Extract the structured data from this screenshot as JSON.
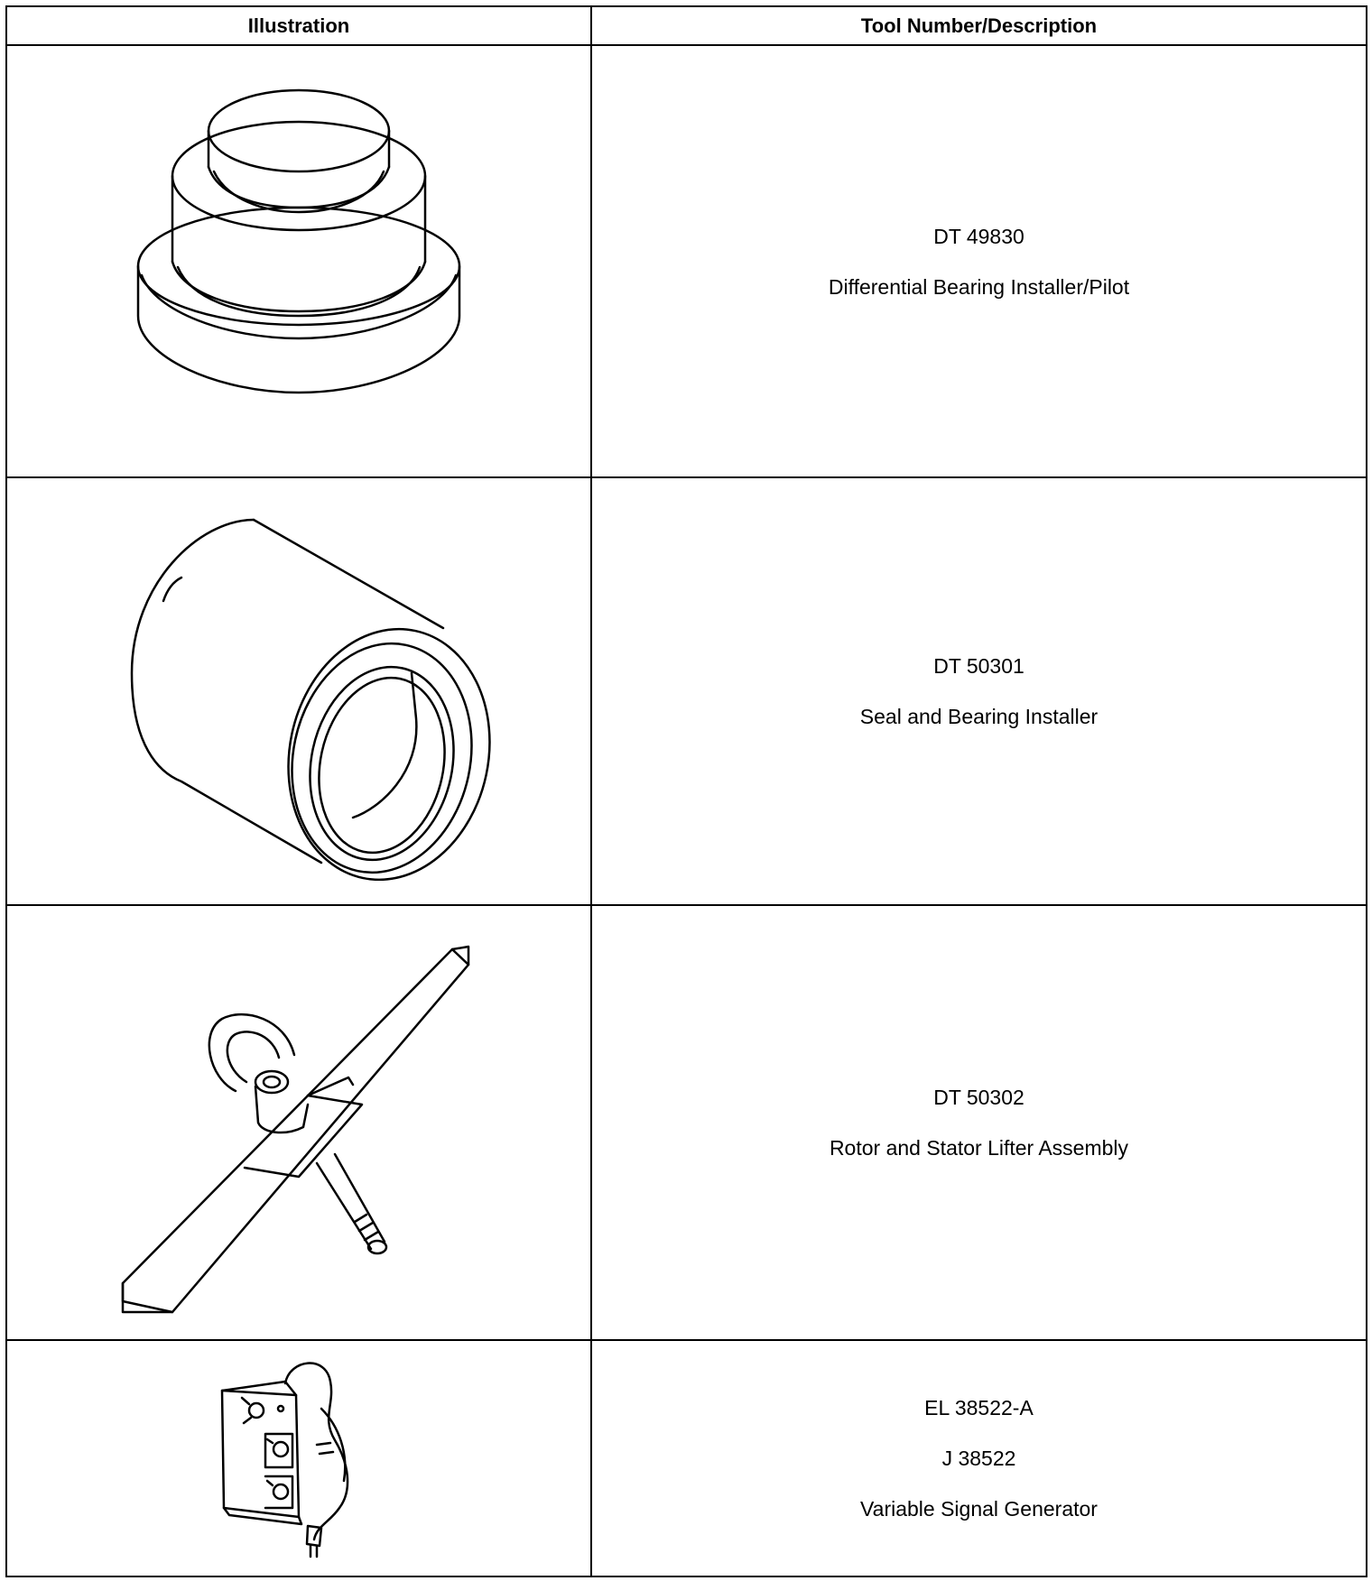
{
  "table": {
    "headers": {
      "illustration": "Illustration",
      "tool": "Tool Number/Description"
    },
    "rows": [
      {
        "illustration_icon": "installer-pilot-illustration",
        "lines": [
          "DT 49830",
          "Differential Bearing Installer/Pilot"
        ]
      },
      {
        "illustration_icon": "seal-bearing-installer-illustration",
        "lines": [
          "DT 50301",
          "Seal and Bearing Installer"
        ]
      },
      {
        "illustration_icon": "lifter-assembly-illustration",
        "lines": [
          "DT 50302",
          "Rotor and Stator Lifter Assembly"
        ]
      },
      {
        "illustration_icon": "signal-generator-illustration",
        "lines": [
          "EL 38522-A",
          "J 38522",
          "Variable Signal Generator"
        ]
      }
    ]
  }
}
